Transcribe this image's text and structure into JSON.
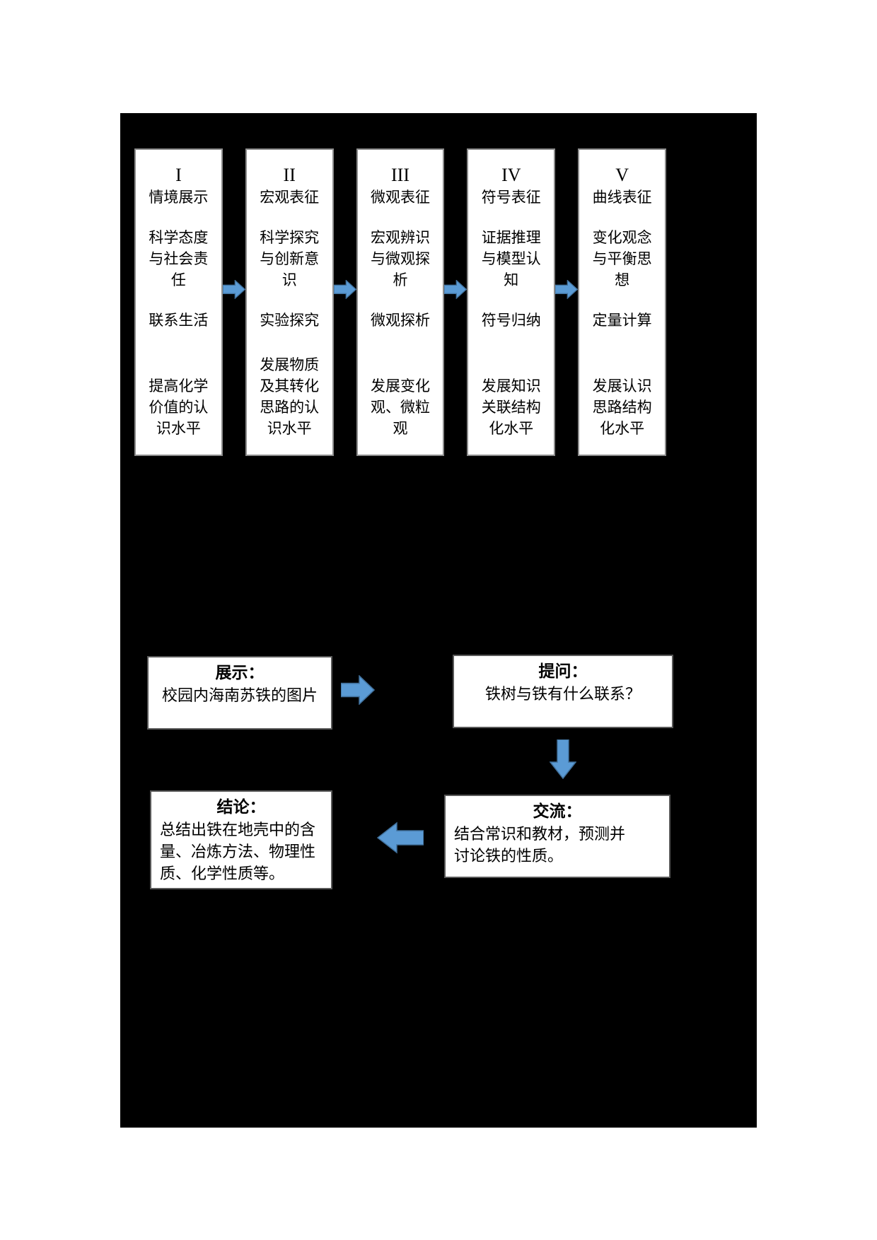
{
  "colors": {
    "canvas_bg": "#000000",
    "box_bg": "#ffffff",
    "arrow_fill": "#5B9BD5",
    "arrow_stroke": "#41719C"
  },
  "stages": [
    {
      "numeral": "I",
      "title": "情境展示",
      "groups": [
        [
          "科学态度",
          "与社会责",
          "任"
        ],
        [
          "联系生活"
        ],
        [
          "提高化学",
          "价值的认",
          "识水平"
        ]
      ]
    },
    {
      "numeral": "II",
      "title": "宏观表征",
      "groups": [
        [
          "科学探究",
          "与创新意",
          "识"
        ],
        [
          "实验探究"
        ],
        [
          "发展物质",
          "及其转化",
          "思路的认",
          "识水平"
        ]
      ]
    },
    {
      "numeral": "III",
      "title": "微观表征",
      "groups": [
        [
          "宏观辨识",
          "与微观探",
          "析"
        ],
        [
          "微观探析"
        ],
        [
          "发展变化",
          "观、微粒",
          "观"
        ]
      ]
    },
    {
      "numeral": "IV",
      "title": "符号表征",
      "groups": [
        [
          "证据推理",
          "与模型认",
          "知"
        ],
        [
          "符号归纳"
        ],
        [
          "发展知识",
          "关联结构",
          "化水平"
        ]
      ]
    },
    {
      "numeral": "V",
      "title": "曲线表征",
      "groups": [
        [
          "变化观念",
          "与平衡思",
          "想"
        ],
        [
          "定量计算"
        ],
        [
          "发展认识",
          "思路结构",
          "化水平"
        ]
      ]
    }
  ],
  "flow": {
    "show": {
      "title": "展示：",
      "body": "校园内海南苏铁的图片"
    },
    "ask": {
      "title": "提问：",
      "body": "铁树与铁有什么联系？"
    },
    "discuss": {
      "title": "交流：",
      "body": "结合常识和教材，预测并\n讨论铁的性质。"
    },
    "conclusion": {
      "title": "结论：",
      "body": "总结出铁在地壳中的含\n量、冶炼方法、物理性\n质、化学性质等。"
    }
  },
  "icons": {
    "stage_arrow": "block-arrow-right",
    "flow_arrow_right": "block-arrow-right",
    "flow_arrow_down": "block-arrow-down",
    "flow_arrow_left": "block-arrow-left"
  }
}
